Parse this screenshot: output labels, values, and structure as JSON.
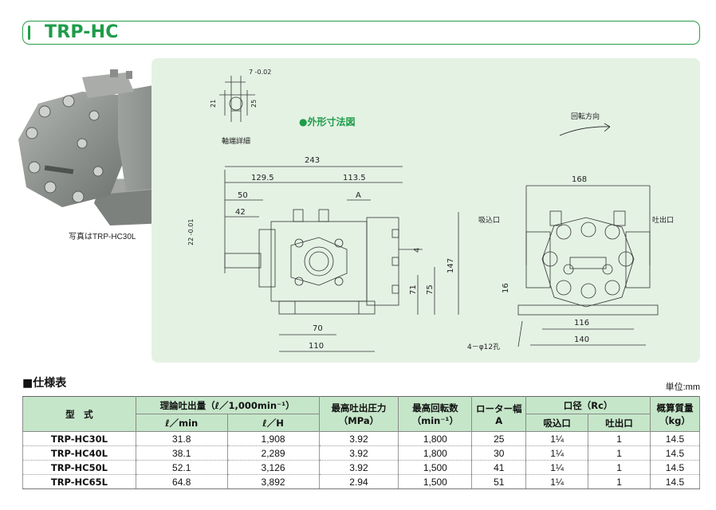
{
  "header": {
    "title": "TRP-HC"
  },
  "photo": {
    "caption": "写真はTRP-HC30L"
  },
  "drawing": {
    "title": "●外形寸法図",
    "shaft_detail_label": "軸端詳細",
    "rotation_label": "回転方向",
    "suction_label": "吸込口",
    "discharge_label": "吐出口",
    "hole_label": "4－φ12孔",
    "tol_key_width": "7 -0.02",
    "dim_21": "21",
    "dim_25": "25",
    "dim_243": "243",
    "dim_129_5": "129.5",
    "dim_113_5": "113.5",
    "dim_50": "50",
    "dim_A": "A",
    "dim_42": "42",
    "dim_shaft": "22 -0.01",
    "dim_4": "4",
    "dim_147": "147",
    "dim_71": "71",
    "dim_75": "75",
    "dim_70": "70",
    "dim_110": "110",
    "dim_168": "168",
    "dim_16": "16",
    "dim_116": "116",
    "dim_140": "140"
  },
  "spec": {
    "heading": "■仕様表",
    "unit": "単位:mm",
    "headers": {
      "model": "型　式",
      "flow": "理論吐出量（ℓ／1,000min⁻¹）",
      "flow_min": "ℓ／min",
      "flow_h": "ℓ／H",
      "pressure": "最高吐出圧力",
      "pressure_unit": "（MPa）",
      "speed": "最高回転数",
      "speed_unit": "（min⁻¹）",
      "rotor": "ローター幅",
      "rotor_unit": "A",
      "port": "口径（Rc）",
      "suction": "吸込口",
      "discharge": "吐出口",
      "mass": "概算質量",
      "mass_unit": "（kg）"
    },
    "rows": [
      {
        "model": "TRP-HC30L",
        "flow_min": "31.8",
        "flow_h": "1,908",
        "pressure": "3.92",
        "speed": "1,800",
        "rotor": "25",
        "suction": "1¼",
        "discharge": "1",
        "mass": "14.5"
      },
      {
        "model": "TRP-HC40L",
        "flow_min": "38.1",
        "flow_h": "2,289",
        "pressure": "3.92",
        "speed": "1,800",
        "rotor": "30",
        "suction": "1¼",
        "discharge": "1",
        "mass": "14.5"
      },
      {
        "model": "TRP-HC50L",
        "flow_min": "52.1",
        "flow_h": "3,126",
        "pressure": "3.92",
        "speed": "1,500",
        "rotor": "41",
        "suction": "1¼",
        "discharge": "1",
        "mass": "14.5"
      },
      {
        "model": "TRP-HC65L",
        "flow_min": "64.8",
        "flow_h": "3,892",
        "pressure": "2.94",
        "speed": "1,500",
        "rotor": "51",
        "suction": "1¼",
        "discharge": "1",
        "mass": "14.5"
      }
    ]
  },
  "colors": {
    "accent": "#1e9c49",
    "panel": "#e4f2e4",
    "table_header": "#c5e6c9"
  }
}
